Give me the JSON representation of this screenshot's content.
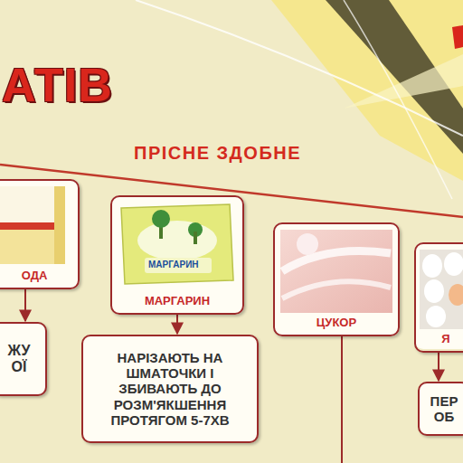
{
  "diagram": {
    "title": "АТІВ",
    "nodes": [
      {
        "text": [
          "ОДА"
        ]
      },
      {
        "text": [
          "МАРГАРИН"
        ]
      },
      {
        "text": [
          "ЦУКОР"
        ]
      },
      {
        "text": [
          "Я"
        ]
      },
      {
        "text": [
          "ЖУ ОЇ"
        ]
      },
      {
        "text": [
          "НАРІЗАЮТЬ НА ШМАТОЧКИ І ЗБИВАЮТЬ ДО РОЗМ'ЯКШЕННЯ ПРОТЯГОМ 5-7ХВ"
        ]
      },
      {
        "text": [
          "ПЕР ОБ"
        ]
      }
    ],
    "edges": [
      {
        "from": 0,
        "to": 4,
        "arrow": "to"
      },
      {
        "from": 1,
        "to": 5,
        "arrow": "to"
      },
      {
        "from": 3,
        "to": 6,
        "arrow": "to"
      }
    ],
    "labels": [
      "ПРІСНЕ ЗДОБНЕ",
      "МАРГАРИН"
    ]
  }
}
